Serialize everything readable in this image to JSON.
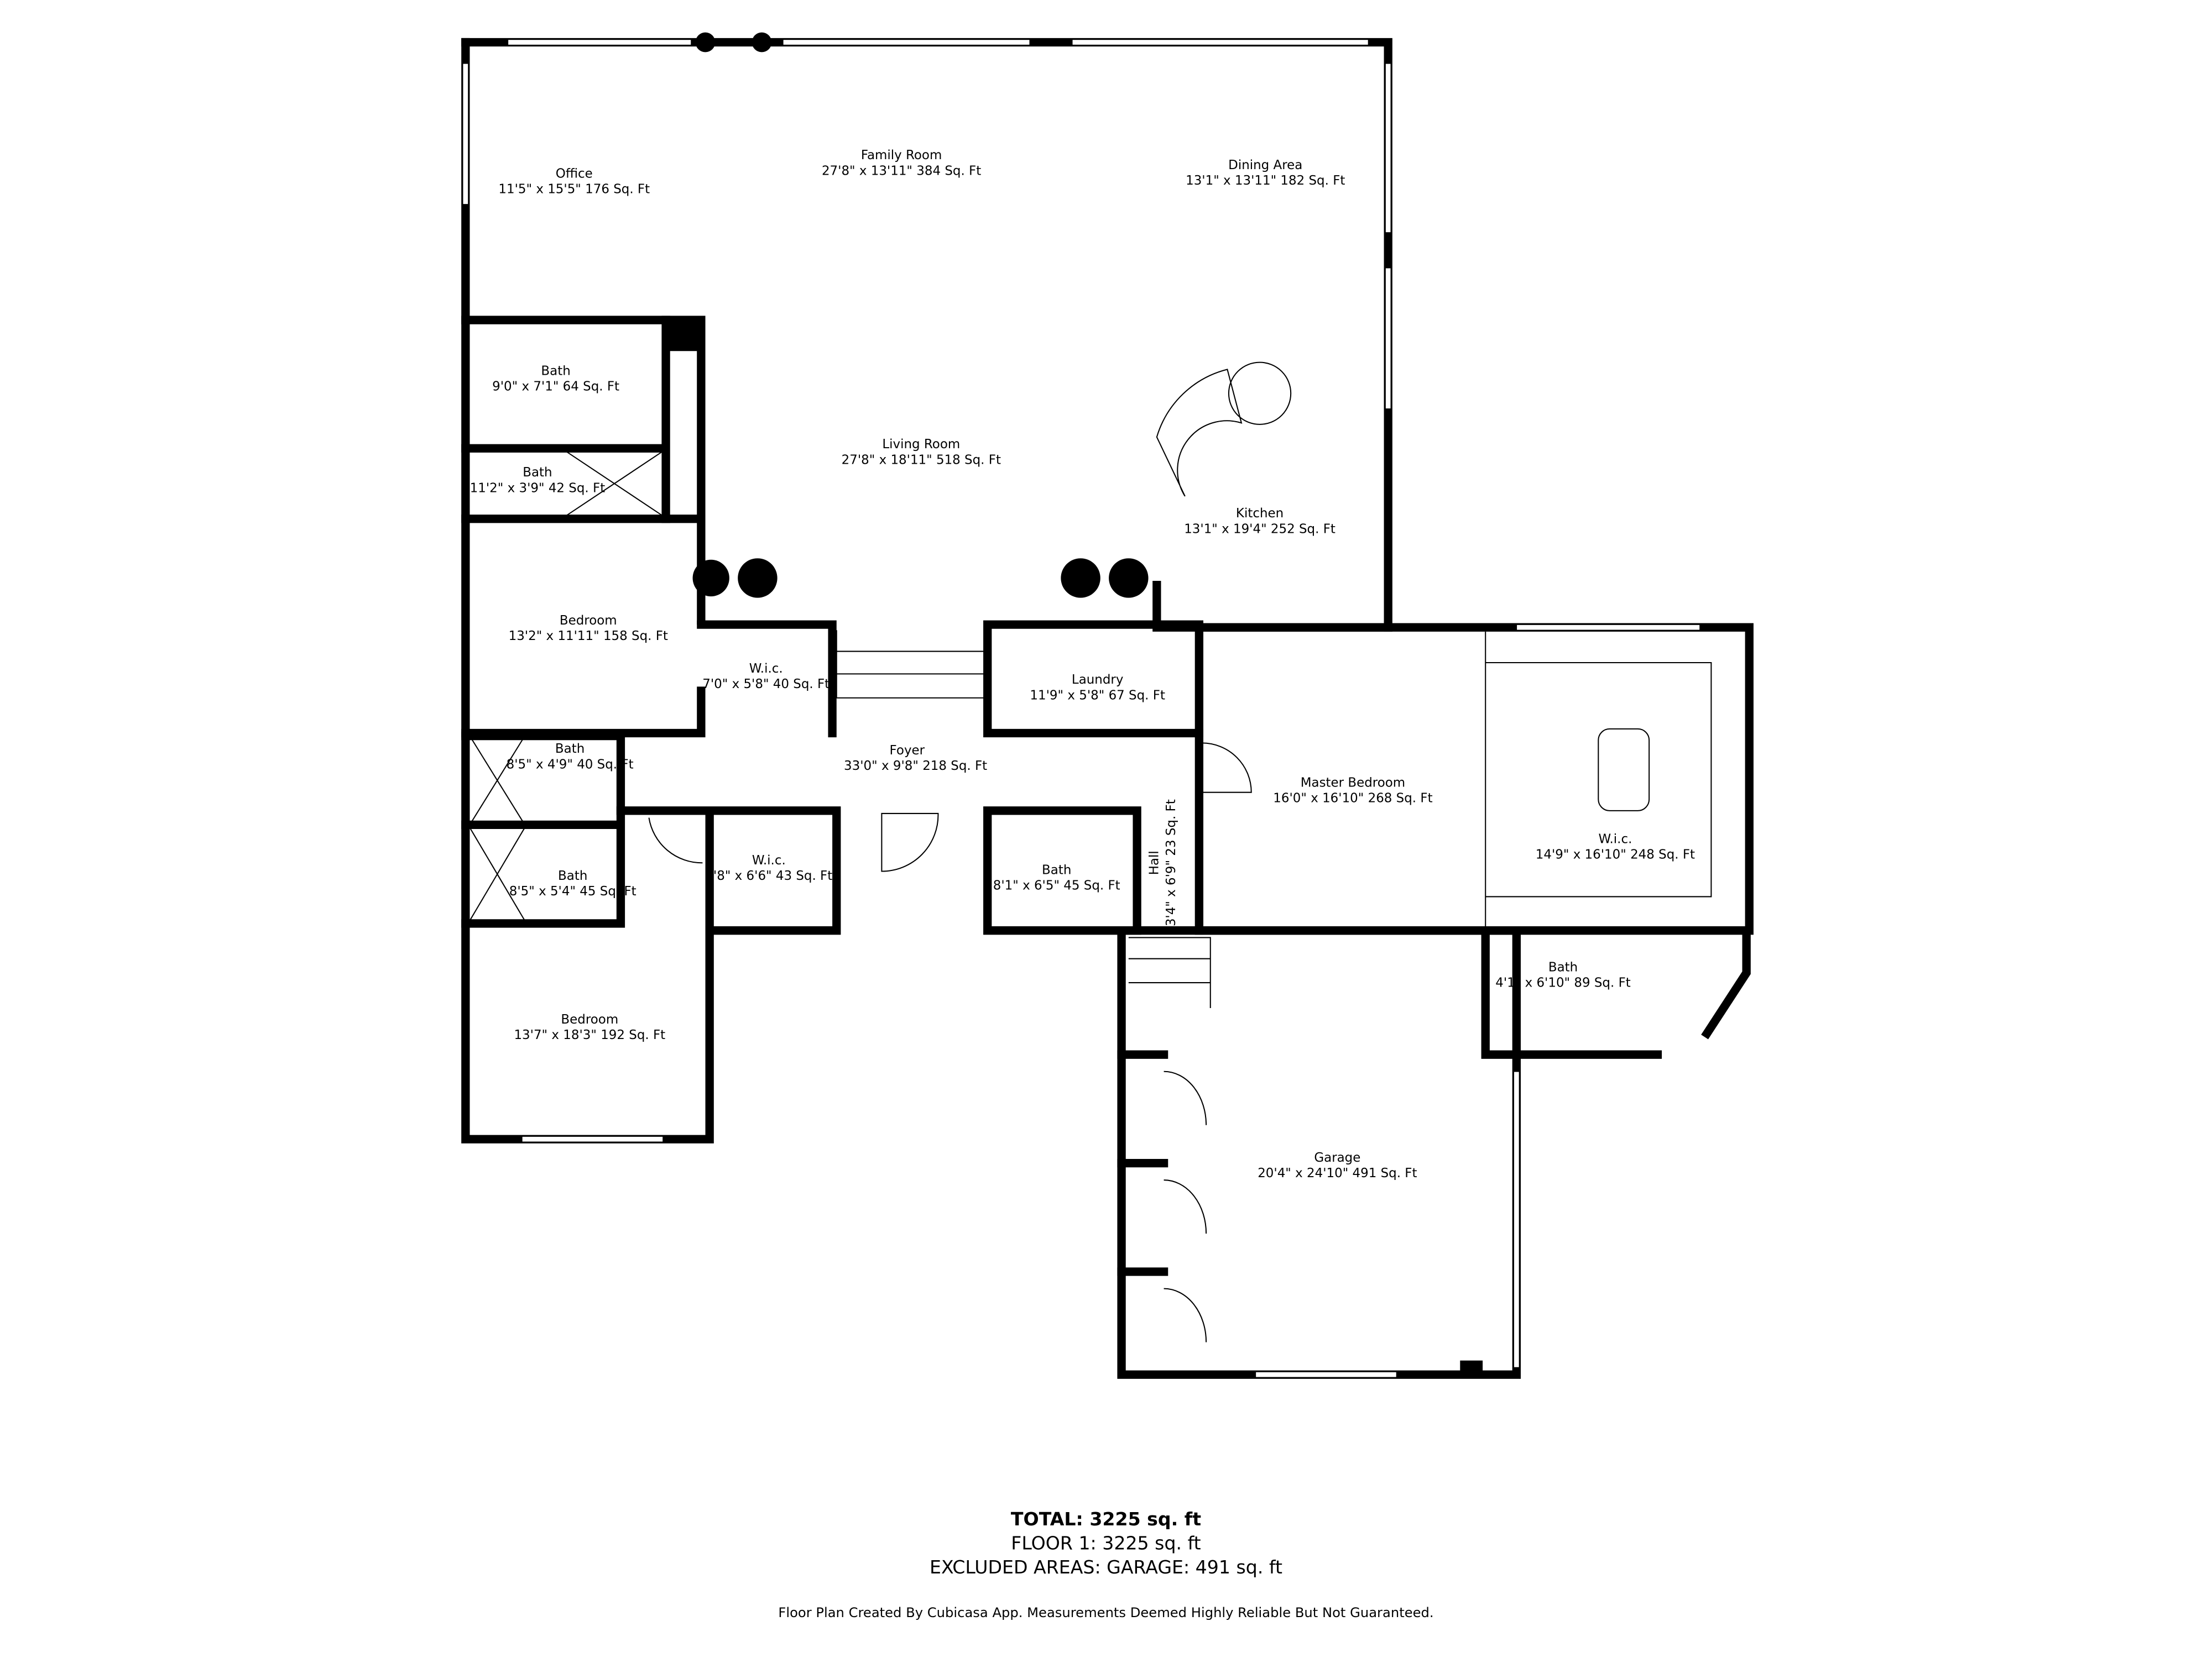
{
  "rooms": [
    {
      "name": "Office",
      "size": "11'5\" x 15'5\" 176 Sq. Ft"
    },
    {
      "name": "Family Room",
      "size": "27'8\" x 13'11\" 384 Sq. Ft"
    },
    {
      "name": "Dining Area",
      "size": "13'1\" x 13'11\" 182 Sq. Ft"
    },
    {
      "name": "Bath",
      "size": "9'0\" x 7'1\" 64 Sq. Ft"
    },
    {
      "name": "Bath",
      "size": "11'2\" x 3'9\" 42 Sq. Ft"
    },
    {
      "name": "Living Room",
      "size": "27'8\" x 18'11\" 518 Sq. Ft"
    },
    {
      "name": "Kitchen",
      "size": "13'1\" x 19'4\" 252 Sq. Ft"
    },
    {
      "name": "Bedroom",
      "size": "13'2\" x 11'11\" 158 Sq. Ft"
    },
    {
      "name": "W.i.c.",
      "size": "7'0\" x 5'8\" 40 Sq. Ft"
    },
    {
      "name": "Laundry",
      "size": "11'9\" x 5'8\" 67 Sq. Ft"
    },
    {
      "name": "Foyer",
      "size": "33'0\" x 9'8\" 218 Sq. Ft"
    },
    {
      "name": "Master Bedroom",
      "size": "16'0\" x 16'10\" 268 Sq. Ft"
    },
    {
      "name": "W.i.c.",
      "size": "14'9\" x 16'10\" 248 Sq. Ft"
    },
    {
      "name": "Bath",
      "size": "8'5\" x 4'9\" 40 Sq. Ft"
    },
    {
      "name": "Bath",
      "size": "8'5\" x 5'4\" 45 Sq. Ft"
    },
    {
      "name": "W.i.c.",
      "size": "6'8\" x 6'6\" 43 Sq. Ft"
    },
    {
      "name": "Bath",
      "size": "8'1\" x 6'5\" 45 Sq. Ft"
    },
    {
      "name": "Hall",
      "size": "3'4\" x 6'9\" 23 Sq. Ft"
    },
    {
      "name": "Bath",
      "size": "4'1\" x 6'10\" 89 Sq. Ft"
    },
    {
      "name": "Bedroom",
      "size": "13'7\" x 18'3\" 192 Sq. Ft"
    },
    {
      "name": "Garage",
      "size": "20'4\" x 24'10\" 491 Sq. Ft"
    }
  ],
  "summary": {
    "total": "TOTAL: 3225 sq. ft",
    "floor1": "FLOOR 1: 3225 sq. ft",
    "excluded": "EXCLUDED AREAS: GARAGE: 491 sq. ft",
    "disclaimer": "Floor Plan Created By Cubicasa App. Measurements Deemed Highly Reliable But Not Guaranteed."
  }
}
